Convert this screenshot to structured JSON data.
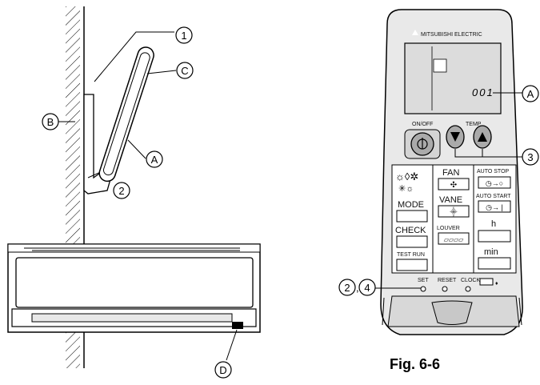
{
  "callouts": {
    "one": "1",
    "two": "2",
    "three": "3",
    "four": "4",
    "A": "A",
    "B": "B",
    "C": "C",
    "D": "D",
    "two_four_sep": ","
  },
  "remote": {
    "brand": "MITSUBISHI ELECTRIC",
    "display_number": "001",
    "on_off": "ON/OFF",
    "temp": "TEMP",
    "fan": "FAN",
    "vane": "VANE",
    "mode": "MODE",
    "check": "CHECK",
    "louver": "LOUVER",
    "test_run": "TEST RUN",
    "auto_stop": "AUTO STOP",
    "auto_start": "AUTO START",
    "h": "h",
    "min": "min",
    "set": "SET",
    "reset": "RESET",
    "clock": "CLOCK"
  },
  "figure_caption": "Fig. 6-6"
}
